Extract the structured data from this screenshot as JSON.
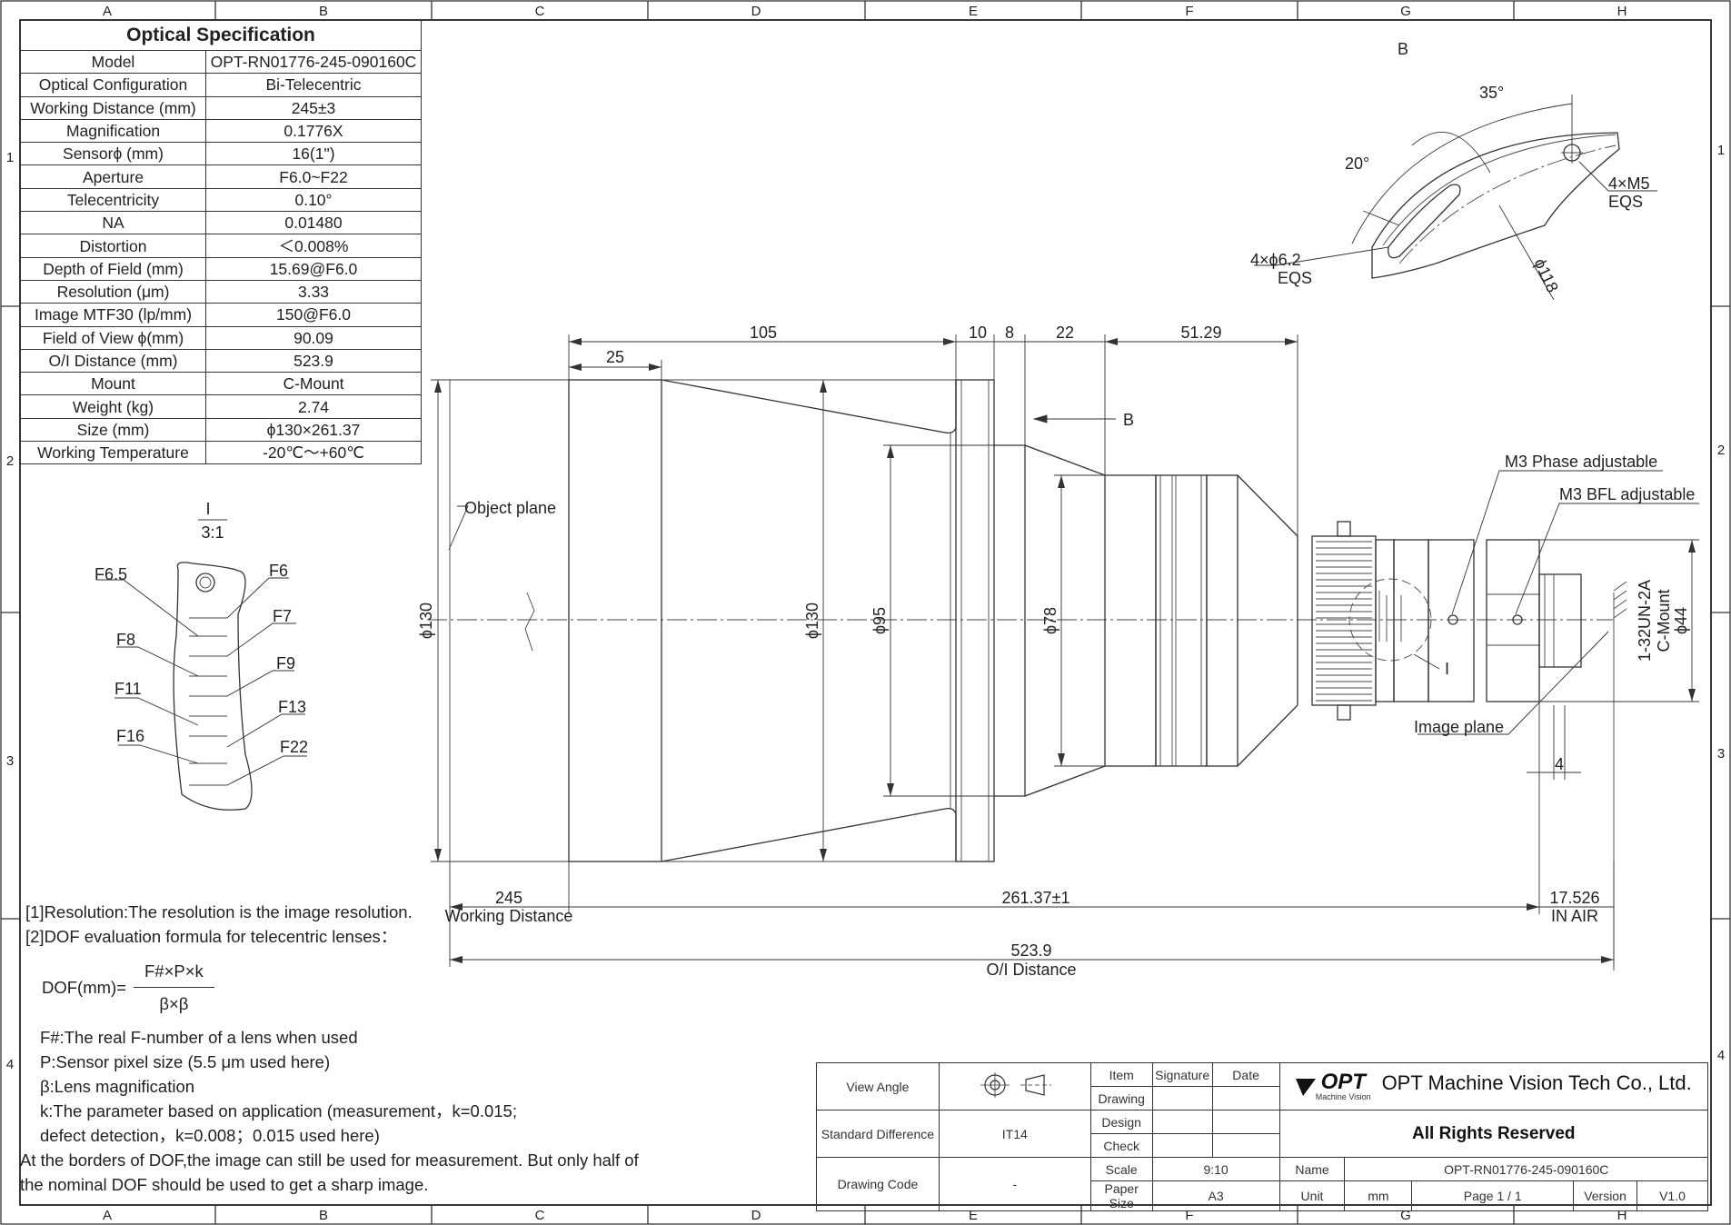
{
  "frame": {
    "columns": [
      "A",
      "B",
      "C",
      "D",
      "E",
      "F",
      "G",
      "H"
    ],
    "rows": [
      "1",
      "2",
      "3",
      "4"
    ]
  },
  "spec": {
    "title": "Optical Specification",
    "rows": [
      {
        "k": "Model",
        "v": "OPT-RN01776-245-090160C"
      },
      {
        "k": "Optical Configuration",
        "v": "Bi-Telecentric"
      },
      {
        "k": "Working Distance (mm)",
        "v": "245±3"
      },
      {
        "k": "Magnification",
        "v": "0.1776X"
      },
      {
        "k": "Sensorϕ (mm)",
        "v": "16(1\")"
      },
      {
        "k": "Aperture",
        "v": "F6.0~F22"
      },
      {
        "k": "Telecentricity",
        "v": "0.10°"
      },
      {
        "k": "NA",
        "v": "0.01480"
      },
      {
        "k": "Distortion",
        "v": "＜0.008%"
      },
      {
        "k": "Depth of Field (mm)",
        "v": "15.69@F6.0"
      },
      {
        "k": "Resolution (μm)",
        "v": "3.33"
      },
      {
        "k": "Image MTF30 (lp/mm)",
        "v": "150@F6.0"
      },
      {
        "k": "Field of View ϕ(mm)",
        "v": "90.09"
      },
      {
        "k": "O/I Distance (mm)",
        "v": "523.9"
      },
      {
        "k": "Mount",
        "v": "C-Mount"
      },
      {
        "k": "Weight (kg)",
        "v": "2.74"
      },
      {
        "k": "Size (mm)",
        "v": "ϕ130×261.37"
      },
      {
        "k": "Working Temperature",
        "v": "-20℃～+60℃"
      }
    ]
  },
  "detail_i": {
    "label": "I",
    "scale": "3:1",
    "stops": [
      "F6.5",
      "F6",
      "F7",
      "F8",
      "F9",
      "F11",
      "F13",
      "F16",
      "F22"
    ]
  },
  "detail_b": {
    "label": "B",
    "angle_outer": "35°",
    "angle_inner": "20°",
    "hole_m5": "4×M5",
    "hole_m5_eqs": "EQS",
    "hole_62": "4×ϕ6.2",
    "hole_62_eqs": "EQS",
    "diameter": "ϕ118"
  },
  "main": {
    "dims": {
      "d105": "105",
      "d25": "25",
      "d10": "10",
      "d8": "8",
      "d22": "22",
      "d5129": "51.29",
      "d245": "245",
      "wd": "Working Distance",
      "d26137": "261.37±1",
      "d17526": "17.526",
      "inair": "IN AIR",
      "d5239": "523.9",
      "oi": "O/I Distance",
      "d4": "4"
    },
    "diameters": {
      "p130a": "ϕ130",
      "p130b": "ϕ130",
      "p95": "ϕ95",
      "p78": "ϕ78",
      "p44": "ϕ44",
      "thread": "1-32UN-2A",
      "mount": "C-Mount"
    },
    "labels": {
      "object_plane": "Object plane",
      "view_b": "B",
      "m3_phase": "M3 Phase adjustable",
      "m3_bfl": "M3 BFL adjustable",
      "image_plane": "Image plane",
      "detail_i": "I"
    }
  },
  "notes": {
    "n1": "[1]Resolution:The resolution is  the image resolution.",
    "n2": "[2]DOF evaluation formula for telecentric lenses：",
    "formula_lhs": "DOF(mm)=",
    "formula_num": "F#×P×k",
    "formula_den": "β×β",
    "l1": "F#:The real F-number of a lens when used",
    "l2": "P:Sensor pixel size (5.5 μm used here)",
    "l3": "β:Lens magnification",
    "l4": "k:The parameter based on application (measurement，k=0.015;",
    "l5": "defect detection，k=0.008；0.015 used here)",
    "l6": "At the borders of DOF,the image can still be used for measurement. But only half of",
    "l7": "the nominal DOF should be used to get a sharp image."
  },
  "titleblock": {
    "view_angle": "View Angle",
    "std_diff": "Standard Difference",
    "std_val": "IT14",
    "drawing_code": "Drawing Code",
    "code_val": "-",
    "item": "Item",
    "signature": "Signature",
    "date": "Date",
    "drawing": "Drawing",
    "design": "Design",
    "check": "Check",
    "scale": "Scale",
    "scale_val": "9:10",
    "paper": "Paper Size",
    "paper_val": "A3",
    "logo": "OPT",
    "logo_sub": "Machine Vision",
    "company": "OPT Machine Vision Tech Co., Ltd.",
    "rights": "All Rights Reserved",
    "name": "Name",
    "name_val": "OPT-RN01776-245-090160C",
    "unit": "Unit",
    "unit_val": "mm",
    "page": "Page  1 / 1",
    "version": "Version",
    "version_val": "V1.0"
  }
}
